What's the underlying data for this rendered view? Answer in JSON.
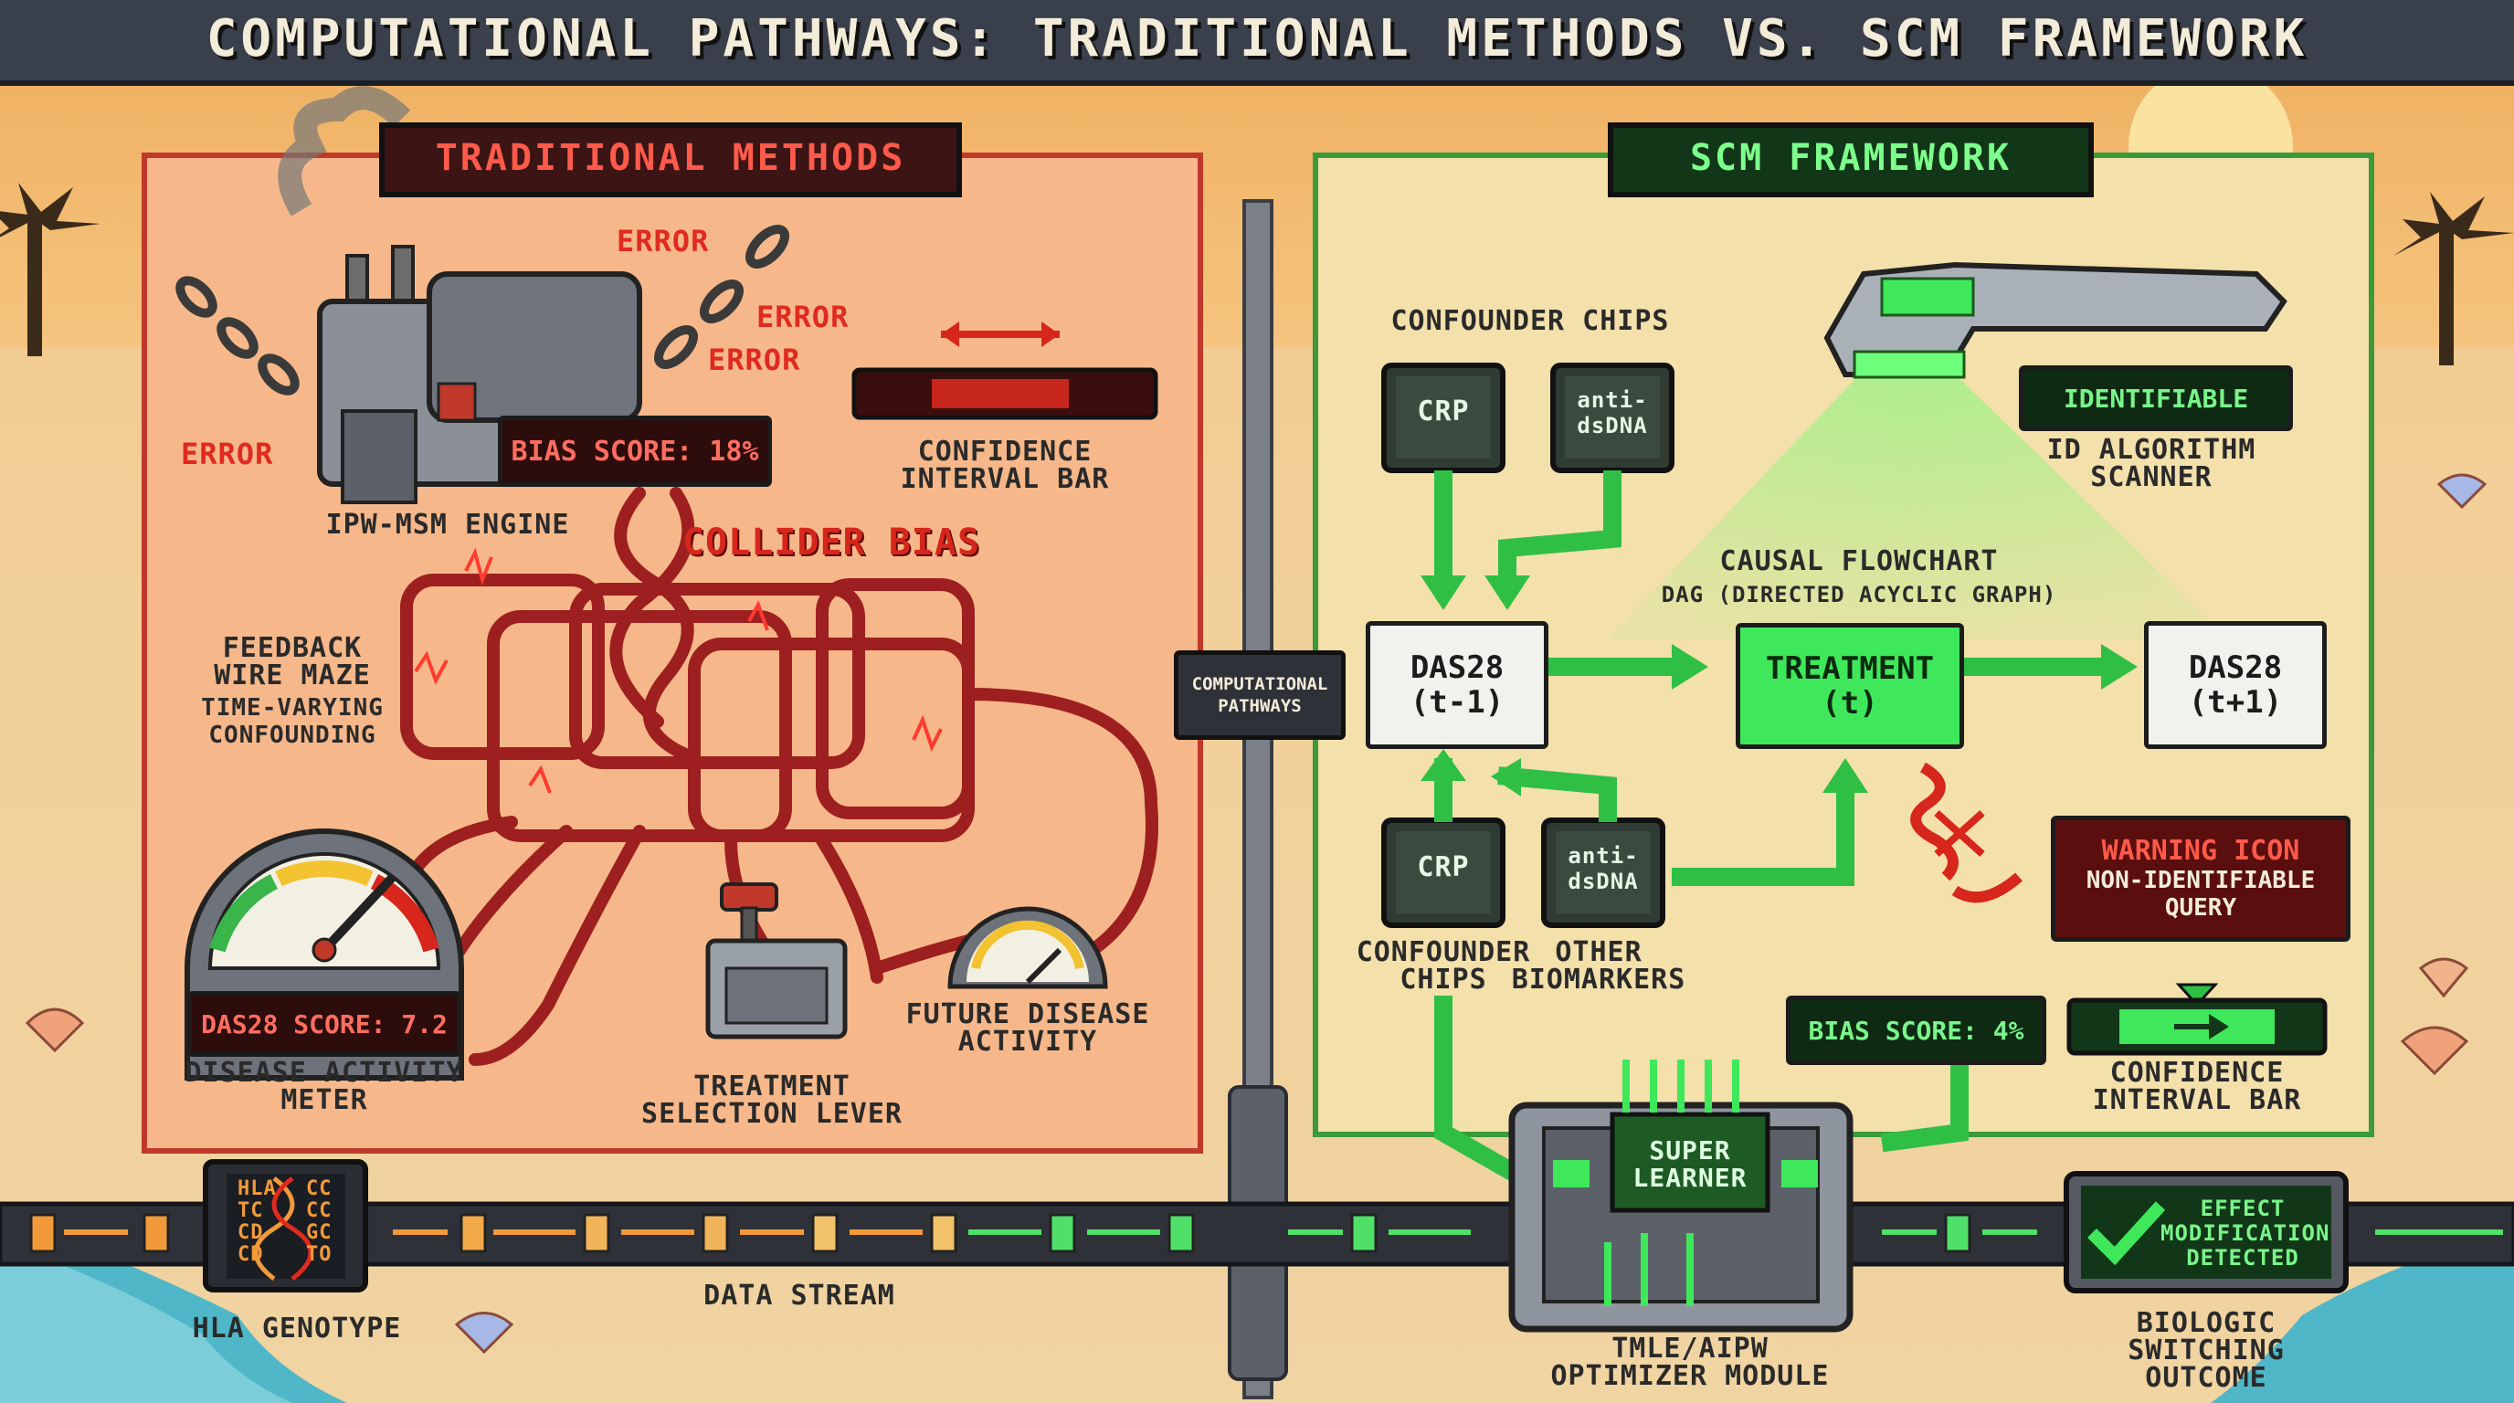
{
  "title": "COMPUTATIONAL PATHWAYS: TRADITIONAL METHODS VS. SCM FRAMEWORK",
  "left_panel": {
    "tag": "TRADITIONAL METHODS",
    "engine_label": "IPW-MSM ENGINE",
    "bias_score": "BIAS SCORE: 18%",
    "errors": [
      "ERROR",
      "ERROR",
      "ERROR",
      "ERROR"
    ],
    "ci_label": "CONFIDENCE\nINTERVAL BAR",
    "collider": "COLLIDER BIAS",
    "maze_label": "FEEDBACK\nWIRE MAZE",
    "maze_sub": "TIME-VARYING\nCONFOUNDING",
    "das28_score": "DAS28 SCORE: 7.2",
    "meter_label": "DISEASE ACTIVITY\nMETER",
    "lever_label": "TREATMENT\nSELECTION LEVER",
    "future_label": "FUTURE DISEASE\nACTIVITY"
  },
  "center": {
    "label": "COMPUTATIONAL\nPATHWAYS"
  },
  "right_panel": {
    "tag": "SCM FRAMEWORK",
    "confounder_top": "CONFOUNDER CHIPS",
    "chip_crp": "CRP",
    "chip_anti": "anti-\ndsDNA",
    "identifiable": "IDENTIFIABLE",
    "scanner_label": "ID ALGORITHM\nSCANNER",
    "flow_title": "CAUSAL FLOWCHART",
    "flow_sub": "DAG (DIRECTED ACYCLIC GRAPH)",
    "das_prev": "DAS28\n(t-1)",
    "treatment": "TREATMENT\n(t)",
    "das_next": "DAS28\n(t+1)",
    "confounder_bottom": "CONFOUNDER\nCHIPS",
    "other_bio": "OTHER\nBIOMARKERS",
    "warning_title": "WARNING ICON",
    "warning_sub": "NON-IDENTIFIABLE\nQUERY",
    "bias_score": "BIAS SCORE: 4%",
    "ci_label": "CONFIDENCE\nINTERVAL BAR"
  },
  "bottom": {
    "hla_label": "HLA GENOTYPE",
    "hla_codes": [
      "HLA",
      "TC",
      "CD",
      "CD",
      "CC",
      "CC",
      "GC",
      "TO"
    ],
    "stream_label": "DATA STREAM",
    "super_learner": "SUPER\nLEARNER",
    "optimizer_label": "TMLE/AIPW\nOPTIMIZER MODULE",
    "effect_text": "EFFECT\nMODIFICATION\nDETECTED",
    "outcome_label": "BIOLOGIC\nSWITCHING\nOUTCOME"
  },
  "colors": {
    "left_panel_bg": "#f6b88a",
    "right_panel_bg": "#f3d9a0",
    "accent_red": "#e02a20",
    "accent_green": "#3ee85a",
    "wire_red": "#9e1f1f"
  }
}
